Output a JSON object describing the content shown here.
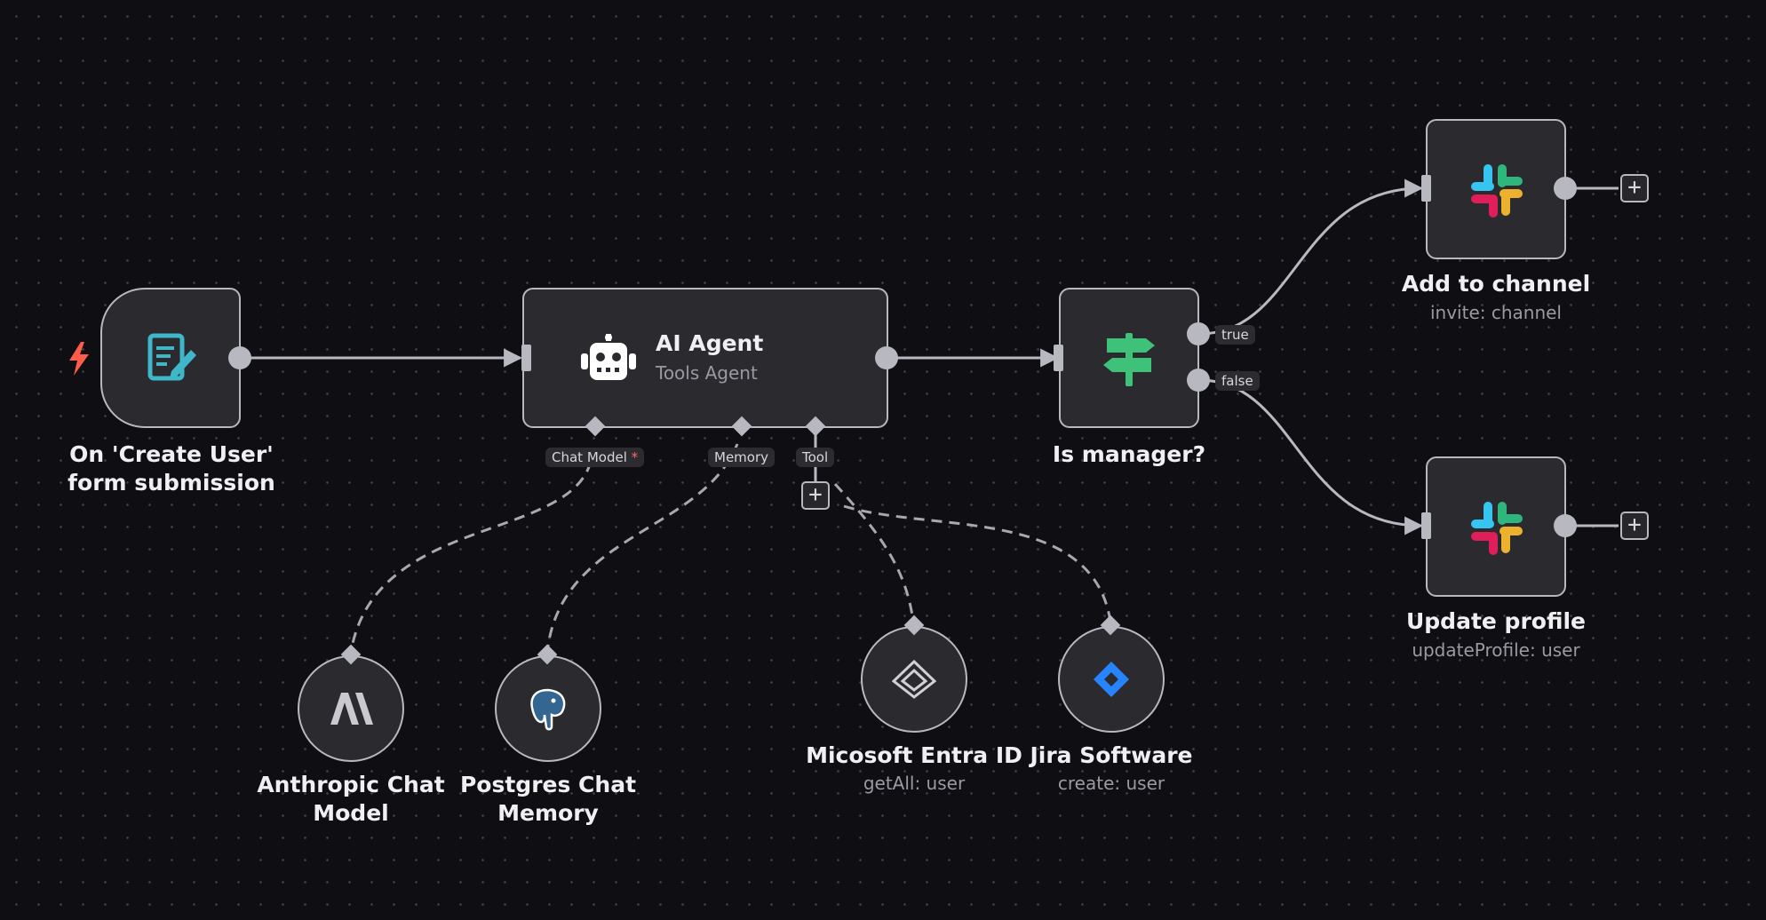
{
  "trigger": {
    "label": "On 'Create User' form submission",
    "icon": "form-icon",
    "trigger_icon": "lightning-icon",
    "accent": "#ff5c4a"
  },
  "agent": {
    "title": "AI Agent",
    "subtitle": "Tools Agent",
    "icon": "robot-icon",
    "ports": {
      "chat_model": "Chat Model",
      "chat_model_required": "*",
      "memory": "Memory",
      "tool": "Tool"
    }
  },
  "if_node": {
    "label": "Is manager?",
    "icon": "signpost-icon",
    "color": "#3ec27a",
    "branch_true": "true",
    "branch_false": "false"
  },
  "slack_top": {
    "label": "Add to channel",
    "sublabel": "invite: channel",
    "icon": "slack-icon"
  },
  "slack_bottom": {
    "label": "Update profile",
    "sublabel": "updateProfile: user",
    "icon": "slack-icon"
  },
  "anthropic": {
    "label_line1": "Anthropic Chat",
    "label_line2": "Model",
    "icon": "anthropic-icon"
  },
  "postgres": {
    "label_line1": "Postgres Chat",
    "label_line2": "Memory",
    "icon": "postgres-elephant-icon"
  },
  "entra": {
    "label": "Micosoft Entra ID",
    "sublabel": "getAll: user",
    "icon": "entra-icon"
  },
  "jira": {
    "label": "Jira Software",
    "sublabel": "create: user",
    "icon": "jira-icon",
    "color": "#2684ff"
  },
  "add_buttons": {
    "symbol": "+"
  }
}
